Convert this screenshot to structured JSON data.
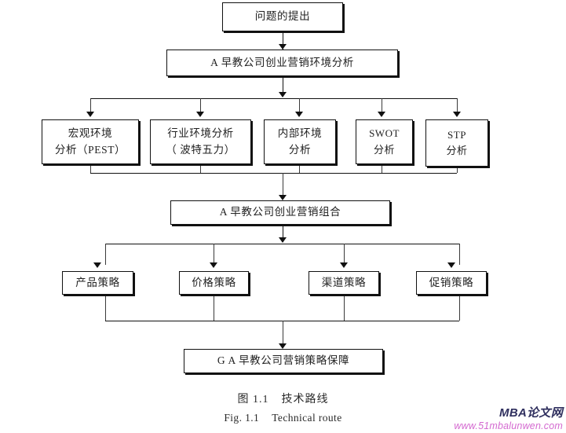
{
  "figure": {
    "caption_cn_label": "图 1.1",
    "caption_cn_text": "技术路线",
    "caption_en_label": "Fig. 1.1",
    "caption_en_text": "Technical route"
  },
  "watermark": {
    "title": "MBA论文网",
    "url": "www.51mbalunwen.com",
    "title_color": "#2f2f5e",
    "url_color": "#d46ad0"
  },
  "chart_data": {
    "type": "diagram",
    "title": "图 1.1 技术路线",
    "orientation": "top-to-bottom",
    "levels": [
      {
        "level": 1,
        "nodes": [
          "问题的提出"
        ]
      },
      {
        "level": 2,
        "nodes": [
          "A 早教公司创业营销环境分析"
        ]
      },
      {
        "level": 3,
        "nodes": [
          "宏观环境分析（PEST）",
          "行业环境分析（ 波特五力）",
          "内部环境分析",
          "SWOT分析",
          "STP分析"
        ]
      },
      {
        "level": 4,
        "nodes": [
          "A 早教公司创业营销组合"
        ]
      },
      {
        "level": 5,
        "nodes": [
          "产品策略",
          "价格策略",
          "渠道策略",
          "促销策略"
        ]
      },
      {
        "level": 6,
        "nodes": [
          "G A 早教公司营销策略保障"
        ]
      }
    ]
  },
  "nodes": {
    "problem": {
      "text": "问题的提出"
    },
    "env_analysis": {
      "text": "A 早教公司创业营销环境分析"
    },
    "macro": {
      "line1": "宏观环境",
      "line2": "分析（PEST）"
    },
    "industry": {
      "line1": "行业环境分析",
      "line2": "（ 波特五力）"
    },
    "internal": {
      "line1": "内部环境",
      "line2": "分析"
    },
    "swot": {
      "line1": "SWOT",
      "line2": "分析"
    },
    "stp": {
      "line1": "STP",
      "line2": "分析"
    },
    "mix": {
      "text": "A 早教公司创业营销组合"
    },
    "product": {
      "text": "产品策略"
    },
    "price": {
      "text": "价格策略"
    },
    "channel": {
      "text": "渠道策略"
    },
    "promotion": {
      "text": "促销策略"
    },
    "guarantee": {
      "text": "G A 早教公司营销策略保障"
    }
  }
}
